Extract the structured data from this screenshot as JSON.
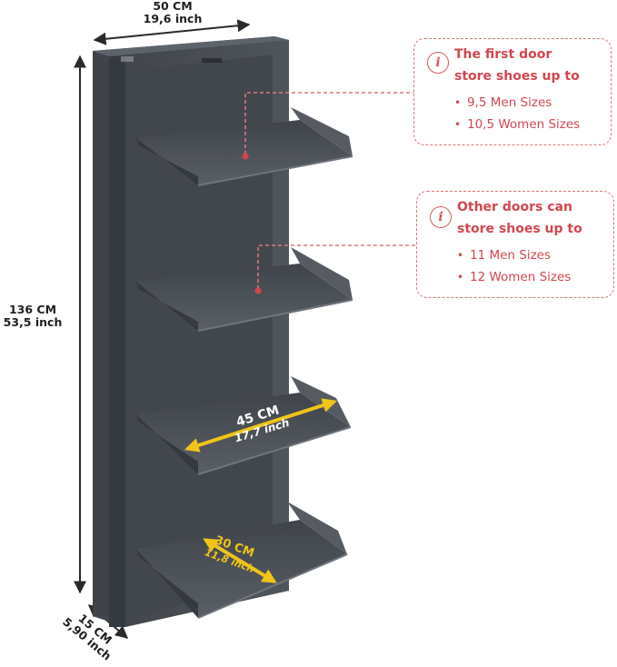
{
  "dimensions": {
    "width": {
      "cm": "50 CM",
      "inch": "19,6 inch"
    },
    "height": {
      "cm": "136 CM",
      "inch": "53,5 inch"
    },
    "depth": {
      "cm": "15 CM",
      "inch": "5,90 inch"
    },
    "inner_width": {
      "cm": "45 CM",
      "inch": "17,7 inch"
    },
    "inner_depth": {
      "cm": "30 CM",
      "inch": "11,8 inch"
    }
  },
  "callouts": [
    {
      "icon": "info-icon",
      "title_lines": [
        "The first door",
        "store shoes up to"
      ],
      "items": [
        "9,5 Men Sizes",
        "10,5 Women Sizes"
      ]
    },
    {
      "icon": "info-icon",
      "title_lines": [
        "Other doors can",
        "store shoes up to"
      ],
      "items": [
        "11 Men Sizes",
        "12 Women Sizes"
      ]
    }
  ],
  "colors": {
    "cabinet": "#4b5057",
    "accent": "#d2474d",
    "dimension_arrow": "#f0c419"
  }
}
